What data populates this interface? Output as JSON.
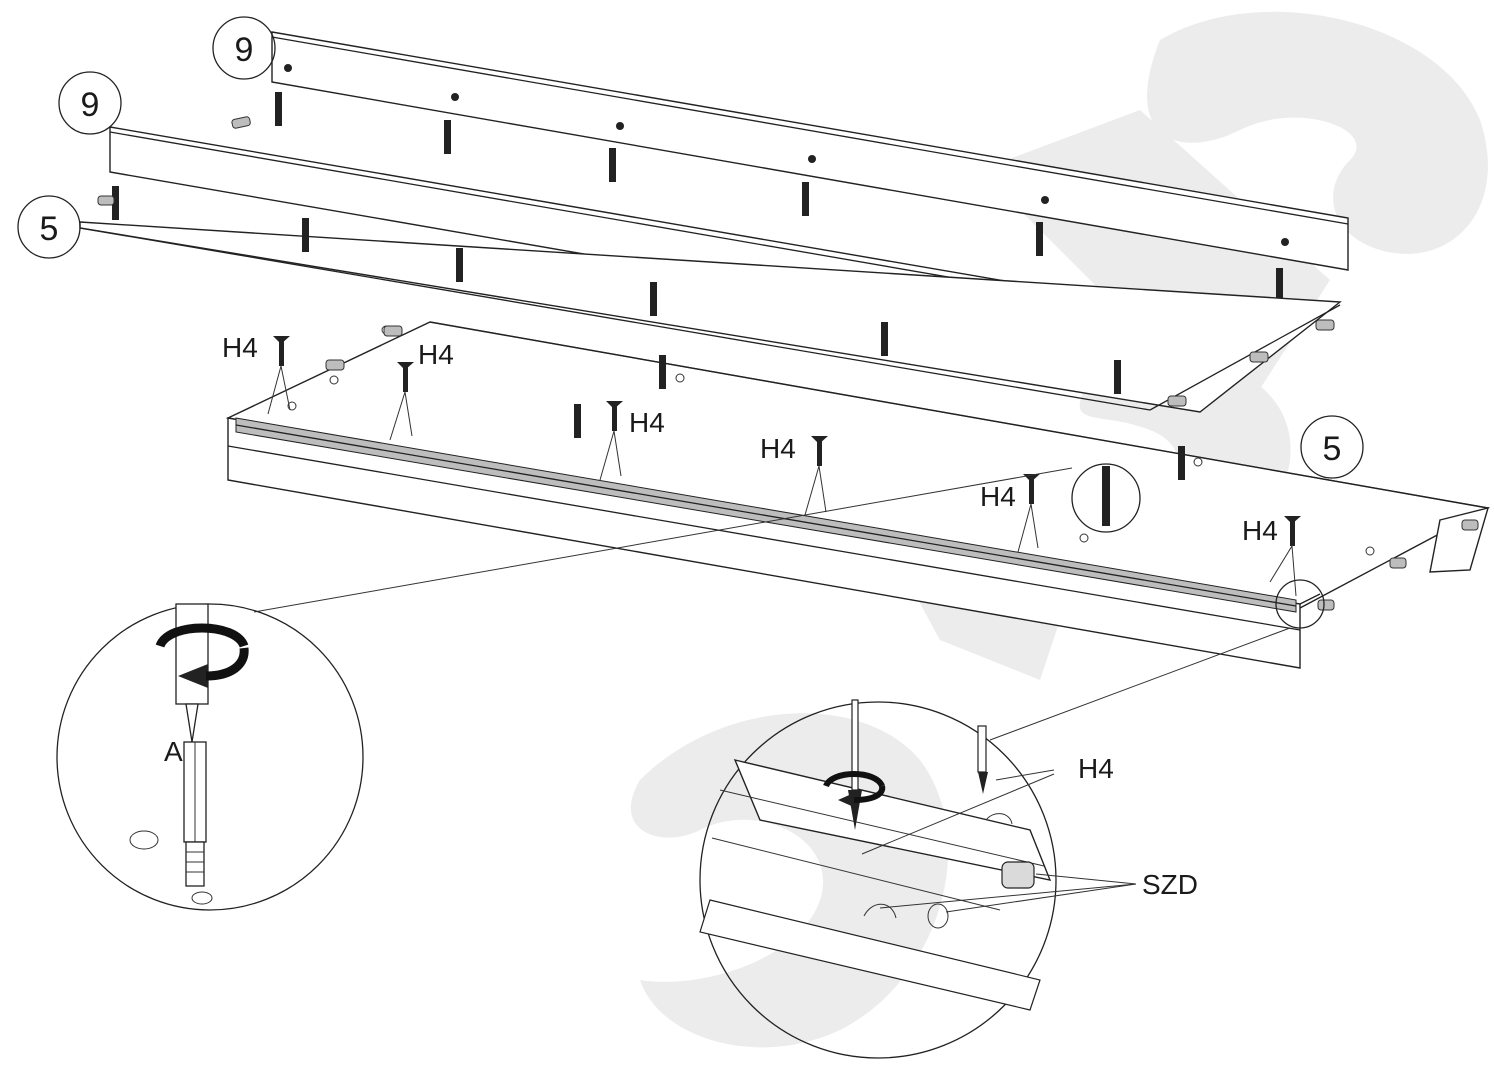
{
  "diagram": {
    "parts": [
      {
        "id": "part-9-top",
        "label": "9"
      },
      {
        "id": "part-9-second",
        "label": "9"
      },
      {
        "id": "part-5-left",
        "label": "5"
      },
      {
        "id": "part-5-right",
        "label": "5"
      }
    ],
    "screws": [
      {
        "label": "H4"
      },
      {
        "label": "H4"
      },
      {
        "label": "H4"
      },
      {
        "label": "H4"
      },
      {
        "label": "H4"
      },
      {
        "label": "H4"
      }
    ],
    "detail_left": {
      "label": "A"
    },
    "detail_right": {
      "screw_label": "H4",
      "connector_label": "SZD"
    },
    "watermark_color": "#ececec",
    "line_color": "#222222"
  }
}
